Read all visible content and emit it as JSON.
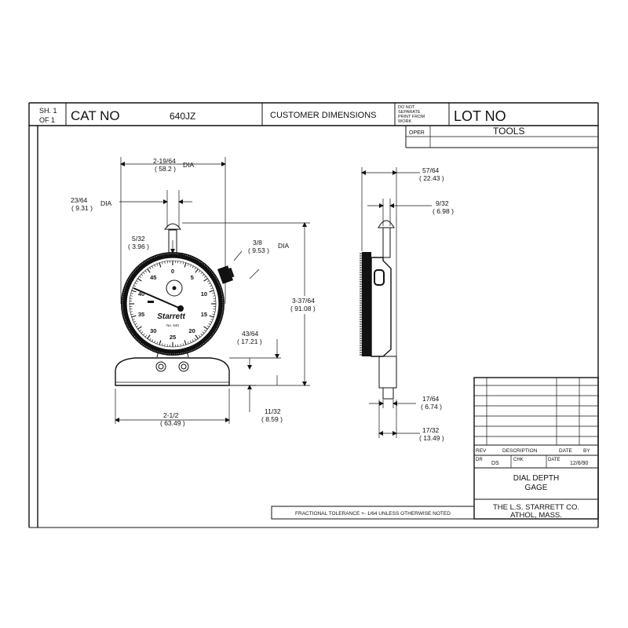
{
  "title_block": {
    "sheet_sh": "SH. 1",
    "sheet_of": "OF  1",
    "cat_no_label": "CAT NO",
    "cat_no_value": "640JZ",
    "customer_dimensions": "CUSTOMER DIMENSIONS",
    "do_not_separate": [
      "DO NOT",
      "SEPARATE",
      "PRINT FROM",
      "WORK"
    ],
    "lot_no_label": "LOT NO",
    "oper_label": "OPER",
    "tools_label": "TOOLS"
  },
  "front_view": {
    "top_dia": "2-19/64",
    "top_dia_mm": "( 58.2 )",
    "top_dia_suffix": "DIA",
    "stem_dia": "23/64",
    "stem_dia_mm": "( 9.31 )",
    "stem_dia_suffix": "DIA",
    "cap": "5/32",
    "cap_mm": "( 3.96 )",
    "knob": "3/8",
    "knob_mm": "( 9.53 )",
    "knob_suffix": "DIA",
    "height": "3-37/64",
    "height_mm": "( 91.08 )",
    "base_offset": "43/64",
    "base_offset_mm": "( 17.21 )",
    "base_width": "2-1/2",
    "base_width_mm": "( 63.49 )",
    "base_height": "11/32",
    "base_height_mm": "( 8.59 )",
    "brand": "Starrett",
    "model": "No. 640",
    "dial_numbers": [
      "0",
      "5",
      "10",
      "15",
      "20",
      "25",
      "30",
      "35",
      "40",
      "45"
    ]
  },
  "side_view": {
    "depth": "57/64",
    "depth_mm": "( 22.43 )",
    "stem_offset": "9/32",
    "stem_offset_mm": "( 6.98 )",
    "rod": "17/64",
    "rod_mm": "( 6.74 )",
    "base_depth": "17/32",
    "base_depth_mm": "( 13.49 )"
  },
  "revision_block": {
    "rev": "REV",
    "description": "DESCRIPTION",
    "date": "DATE",
    "by": "BY",
    "dr_label": "DR",
    "dr_value": "DS",
    "chk_label": "CHK",
    "date_label": "DATE",
    "date_value": "12/6/90",
    "part_name_1": "DIAL DEPTH",
    "part_name_2": "GAGE",
    "company_1": "THE L.S. STARRETT CO.",
    "company_2": "ATHOL, MASS."
  },
  "tolerance_note": "FRACTIONAL TOLERANCE  +- 1/64 UNLESS OTHERWISE NOTED"
}
